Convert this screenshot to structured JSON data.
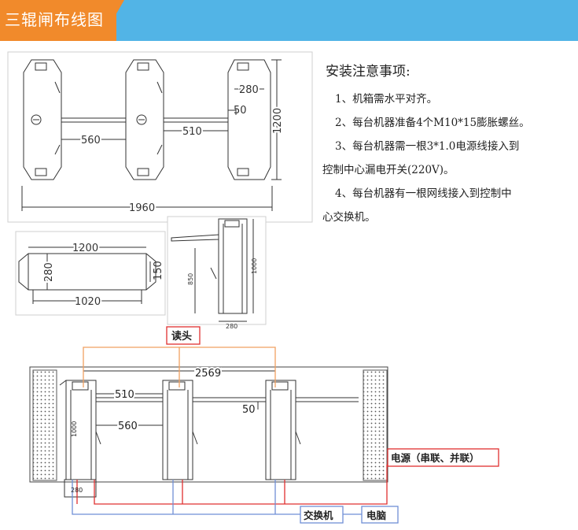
{
  "header": {
    "title": "三辊闸布线图",
    "bar_color": "#52b4e6",
    "tab_color": "#f18a2b"
  },
  "notes": {
    "title": "安装注意事项:",
    "items": [
      {
        "first": "1、机箱需水平对齐。",
        "rest": ""
      },
      {
        "first": "2、每台机器准备4个M10*15膨胀螺丝。",
        "rest": ""
      },
      {
        "first": "3、每台机器需一根3*1.0电源线接入到",
        "rest": "控制中心漏电开关(220V)。"
      },
      {
        "first": "4、每台机器有一根网线接入到控制中",
        "rest": "心交换机。"
      }
    ]
  },
  "top_view": {
    "dim_560": "560",
    "dim_510": "510",
    "dim_280": "280",
    "dim_50": "50",
    "dim_1200": "1200",
    "dim_1960": "1960"
  },
  "cabinet_top_view": {
    "dim_1200": "1200",
    "dim_280": "280",
    "dim_150": "150",
    "dim_1020": "1020"
  },
  "side_view": {
    "dim_850": "850",
    "dim_1000": "1000",
    "dim_280": "280"
  },
  "wiring_view": {
    "reader_label": "读头",
    "dim_2569": "2569",
    "dim_510": "510",
    "dim_560": "560",
    "dim_50": "50",
    "dim_1000": "1000",
    "dim_280": "280",
    "power_label": "电源（串联、并联）",
    "switch_label": "交换机",
    "computer_label": "电脑",
    "orange_color": "#f0a060",
    "blue_color": "#6f8fd6",
    "red_color": "#e03030"
  }
}
